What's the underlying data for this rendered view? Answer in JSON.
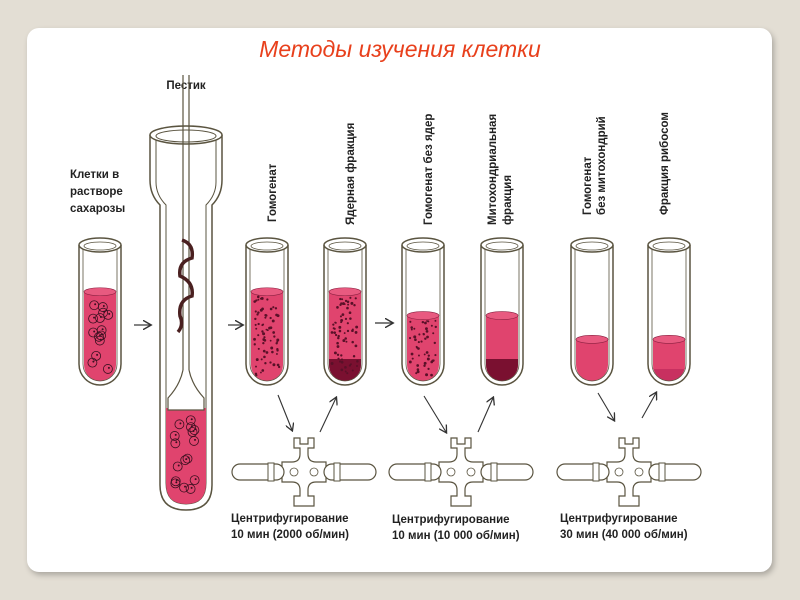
{
  "title": "Методы изучения клетки",
  "colors": {
    "background": "#e3ded4",
    "card": "#ffffff",
    "title": "#e8401c",
    "liquid": "#e0446e",
    "sediment": "#7a1030",
    "outline": "#5a5440"
  },
  "labels": {
    "pestle": "Пестик",
    "cells_line1": "Клетки в",
    "cells_line2": "растворе",
    "cells_line3": "сахарозы",
    "homogenate": "Гомогенат",
    "nuclear_fraction": "Ядерная фракция",
    "homogenate_no_nuclei": "Гомогенат без ядер",
    "mito_line1": "Митохондриальная",
    "mito_line2": "фракция",
    "homog_no_mito_line1": "Гомогенат",
    "homog_no_mito_line2": "без митохондрий",
    "ribosome_fraction": "Фракция рибосом"
  },
  "centrifugation": [
    {
      "line1": "Центрифугирование",
      "line2": "10 мин (2000 об/мин)"
    },
    {
      "line1": "Центрифугирование",
      "line2": "10 мин (10 000 об/мин)"
    },
    {
      "line1": "Центрифугирование",
      "line2": "30 мин (40 000 об/мин)"
    }
  ],
  "tubes": [
    {
      "name": "cells-tube",
      "fill": 0.75,
      "content": "cells"
    },
    {
      "name": "homogenate-tube",
      "fill": 0.75,
      "content": "dots"
    },
    {
      "name": "nuclear-fraction-tube",
      "fill": 0.75,
      "content": "dots-sediment"
    },
    {
      "name": "homogenate-no-nuclei-tube",
      "fill": 0.55,
      "content": "dots"
    },
    {
      "name": "mitochondrial-fraction-tube",
      "fill": 0.55,
      "content": "clear-sediment"
    },
    {
      "name": "homogenate-no-mito-tube",
      "fill": 0.35,
      "content": "clear"
    },
    {
      "name": "ribosome-fraction-tube",
      "fill": 0.35,
      "content": "clear-thin-sediment"
    }
  ]
}
